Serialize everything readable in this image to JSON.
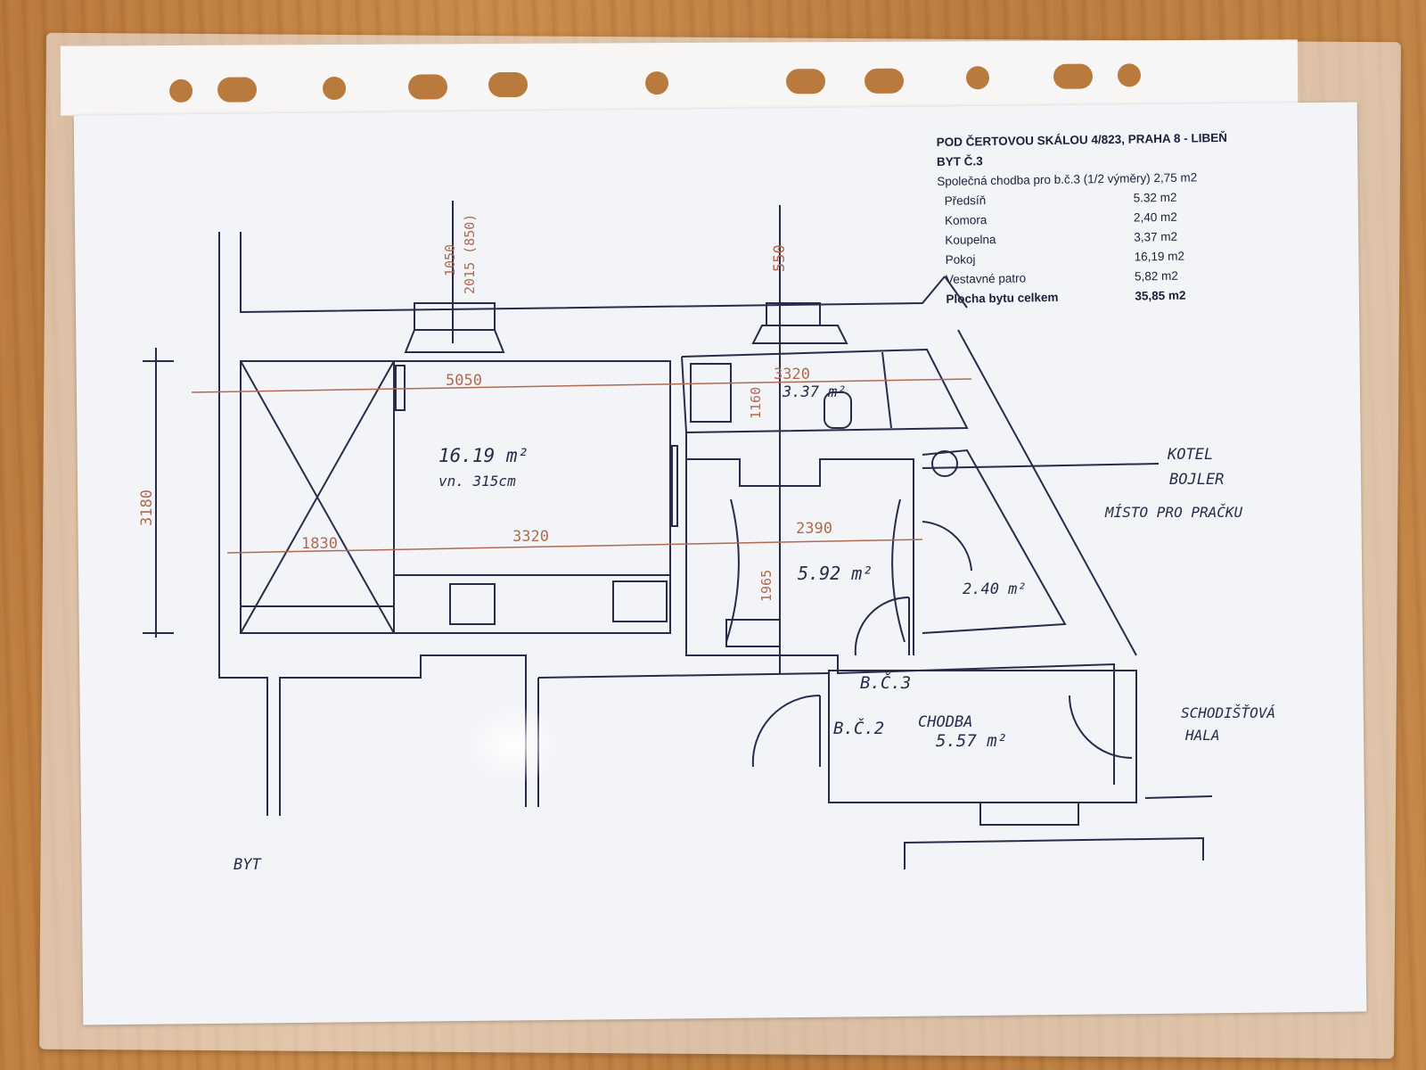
{
  "info": {
    "title": "POD ČERTOVOU SKÁLOU 4/823, PRAHA 8 - LIBEŇ",
    "subtitle": "BYT Č.3",
    "shared": "Společná chodba pro b.č.3 (1/2 výměry) 2,75 m2",
    "rows": [
      {
        "name": "Předsíň",
        "value": "5.32 m2"
      },
      {
        "name": "Komora",
        "value": "2,40 m2"
      },
      {
        "name": "Koupelna",
        "value": "3,37 m2"
      },
      {
        "name": "Pokoj",
        "value": "16,19 m2"
      },
      {
        "name": "Vestavné patro",
        "value": "5,82 m2"
      }
    ],
    "total": {
      "name": "Plocha bytu celkem",
      "value": "35,85 m2"
    }
  },
  "plan": {
    "room_pokoj_area": "16.19 m²",
    "room_pokoj_height": "vn. 315cm",
    "room_koupelna_area": "3.37 m²",
    "room_predsin_area": "5.92 m²",
    "room_komora_area": "2.40 m²",
    "room_chodba_label": "CHODBA",
    "room_chodba_area": "5.57 m²",
    "label_bc3": "B.Č.3",
    "label_bc2": "B.Č.2",
    "label_byt": "BYT",
    "label_kotel": "KOTEL",
    "label_bojler": "BOJLER",
    "label_misto": "MÍSTO PRO PRAČKU",
    "label_schodistova": "SCHODIŠŤOVÁ",
    "label_hala": "HALA",
    "dims": {
      "d5050": "5050",
      "d3320_top": "3320",
      "d1830": "1830",
      "d3320_mid": "3320",
      "d2390": "2390",
      "d3180": "3180",
      "d1160": "1160",
      "d1965": "1965",
      "d550": "550",
      "d1050": "1050",
      "d2015": "2015 (850)"
    }
  },
  "colors": {
    "ink": "#2a2a4a",
    "dimension": "#b06a52",
    "paper": "#f3f4f8"
  }
}
